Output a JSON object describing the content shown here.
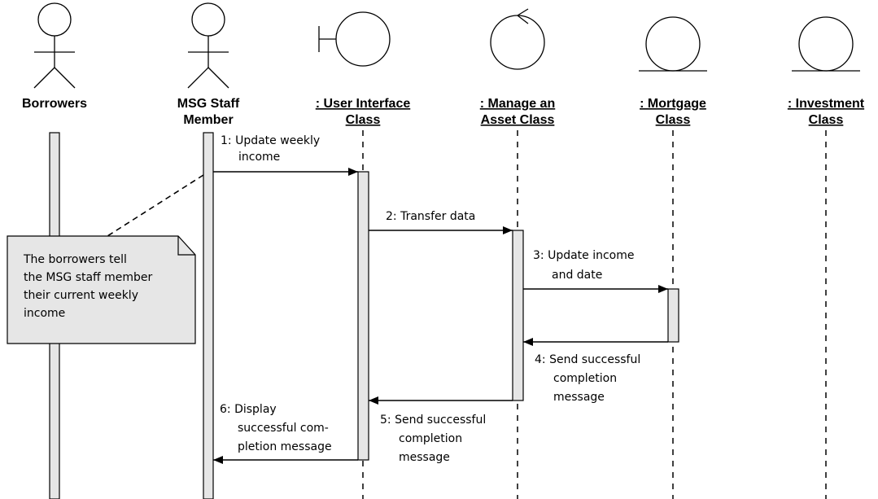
{
  "participants": {
    "borrowers": {
      "line1": "Borrowers"
    },
    "staff": {
      "line1": "MSG Staff",
      "line2": "Member"
    },
    "ui": {
      "line1": ": User Interface",
      "line2": "Class"
    },
    "manage": {
      "line1": ": Manage an",
      "line2": "Asset Class"
    },
    "mortgage": {
      "line1": ": Mortgage",
      "line2": "Class"
    },
    "investment": {
      "line1": ": Investment",
      "line2": "Class"
    }
  },
  "messages": {
    "m1": {
      "line1": "1:  Update weekly",
      "line2": "income"
    },
    "m2": {
      "line1": "2:  Transfer data"
    },
    "m3": {
      "line1": "3:  Update income",
      "line2": "and date"
    },
    "m4": {
      "line1": "4:  Send successful",
      "line2": "completion",
      "line3": "message"
    },
    "m5": {
      "line1": "5:  Send successful",
      "line2": "completion",
      "line3": "message"
    },
    "m6": {
      "line1": "6:  Display",
      "line2": "successful com-",
      "line3": "pletion message"
    }
  },
  "note": {
    "line1": "The borrowers tell",
    "line2": "the MSG staff member",
    "line3": "their current weekly",
    "line4": "income"
  },
  "colors": {
    "activation_fill": "#e6e6e6",
    "note_fill": "#e6e6e6",
    "line": "#000000"
  }
}
